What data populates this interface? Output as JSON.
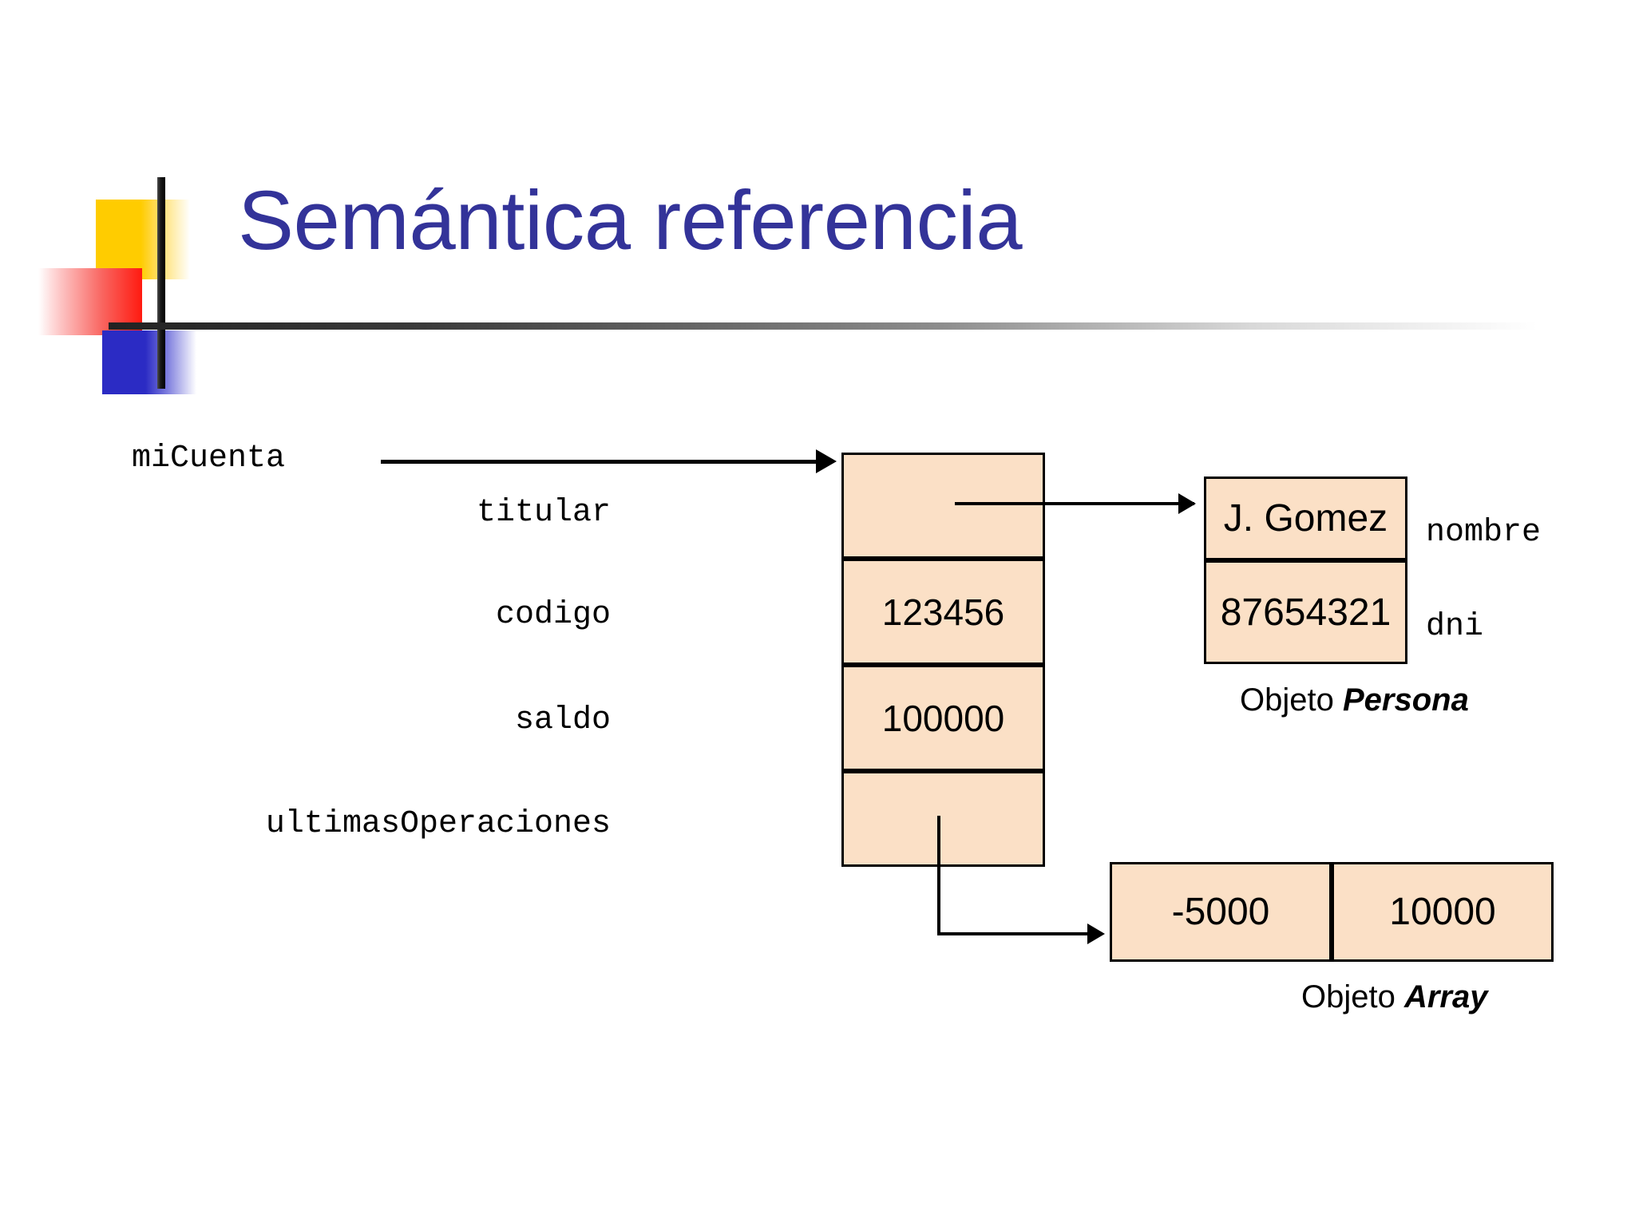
{
  "slide": {
    "title": "Semántica referencia",
    "title_color": "#333399",
    "background_color": "#ffffff",
    "box_fill_color": "#FBE0C6",
    "box_border_color": "#000000"
  },
  "logo": {
    "yellow": "#FFCC00",
    "red": "#FF1A10",
    "blue": "#2B2BC4",
    "cross": "#000000"
  },
  "diagram": {
    "reference_variable": "miCuenta",
    "cuenta_object": {
      "field_labels": [
        "titular",
        "codigo",
        "saldo",
        "ultimasOperaciones"
      ],
      "field_values": [
        "",
        "123456",
        "100000",
        ""
      ]
    },
    "persona_object": {
      "values": [
        "J. Gomez",
        "87654321"
      ],
      "field_labels": [
        "nombre",
        "dni"
      ],
      "caption_prefix": "Objeto ",
      "caption_name": "Persona"
    },
    "array_object": {
      "values": [
        "-5000",
        "10000"
      ],
      "caption_prefix": "Objeto ",
      "caption_name": "Array"
    }
  }
}
